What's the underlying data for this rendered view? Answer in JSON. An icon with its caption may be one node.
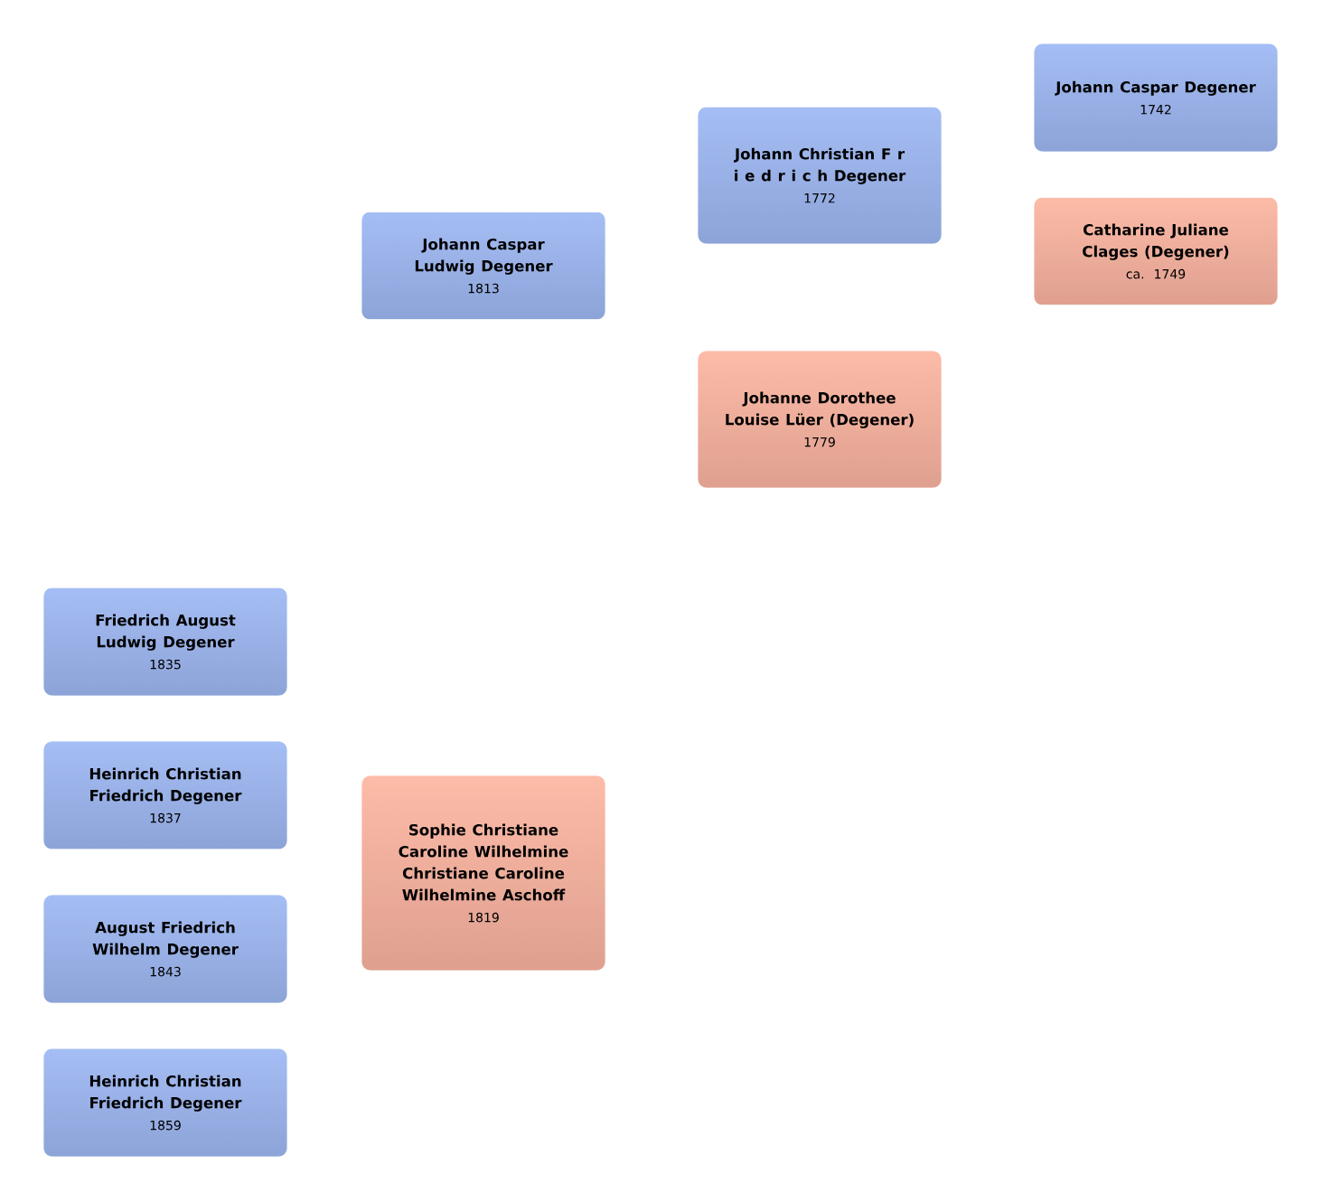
{
  "diagram": {
    "nodes": [
      {
        "text": [
          "Johann Caspar Ludwig Degener",
          "1813"
        ]
      },
      {
        "text": [
          "Johann Christian F r i e d r i c h Degener",
          "1772"
        ]
      },
      {
        "text": [
          "Johann Caspar Degener",
          "1742"
        ]
      },
      {
        "text": [
          "Catharine Juliane Clages (Degener)",
          "ca. 1749"
        ]
      },
      {
        "text": [
          "Johanne Dorothee Louise Lüer (Degener)",
          "1779"
        ]
      },
      {
        "text": [
          "Friedrich August Ludwig Degener",
          "1835"
        ]
      },
      {
        "text": [
          "Heinrich Christian Friedrich Degener",
          "1837"
        ]
      },
      {
        "text": [
          "Sophie Christiane Caroline Wilhelmine Christiane Caroline Wilhelmine Aschoff",
          "1819"
        ]
      },
      {
        "text": [
          "August Friedrich Wilhelm Degener",
          "1843"
        ]
      },
      {
        "text": [
          "Heinrich Christian Friedrich Degener",
          "1859"
        ]
      }
    ]
  }
}
